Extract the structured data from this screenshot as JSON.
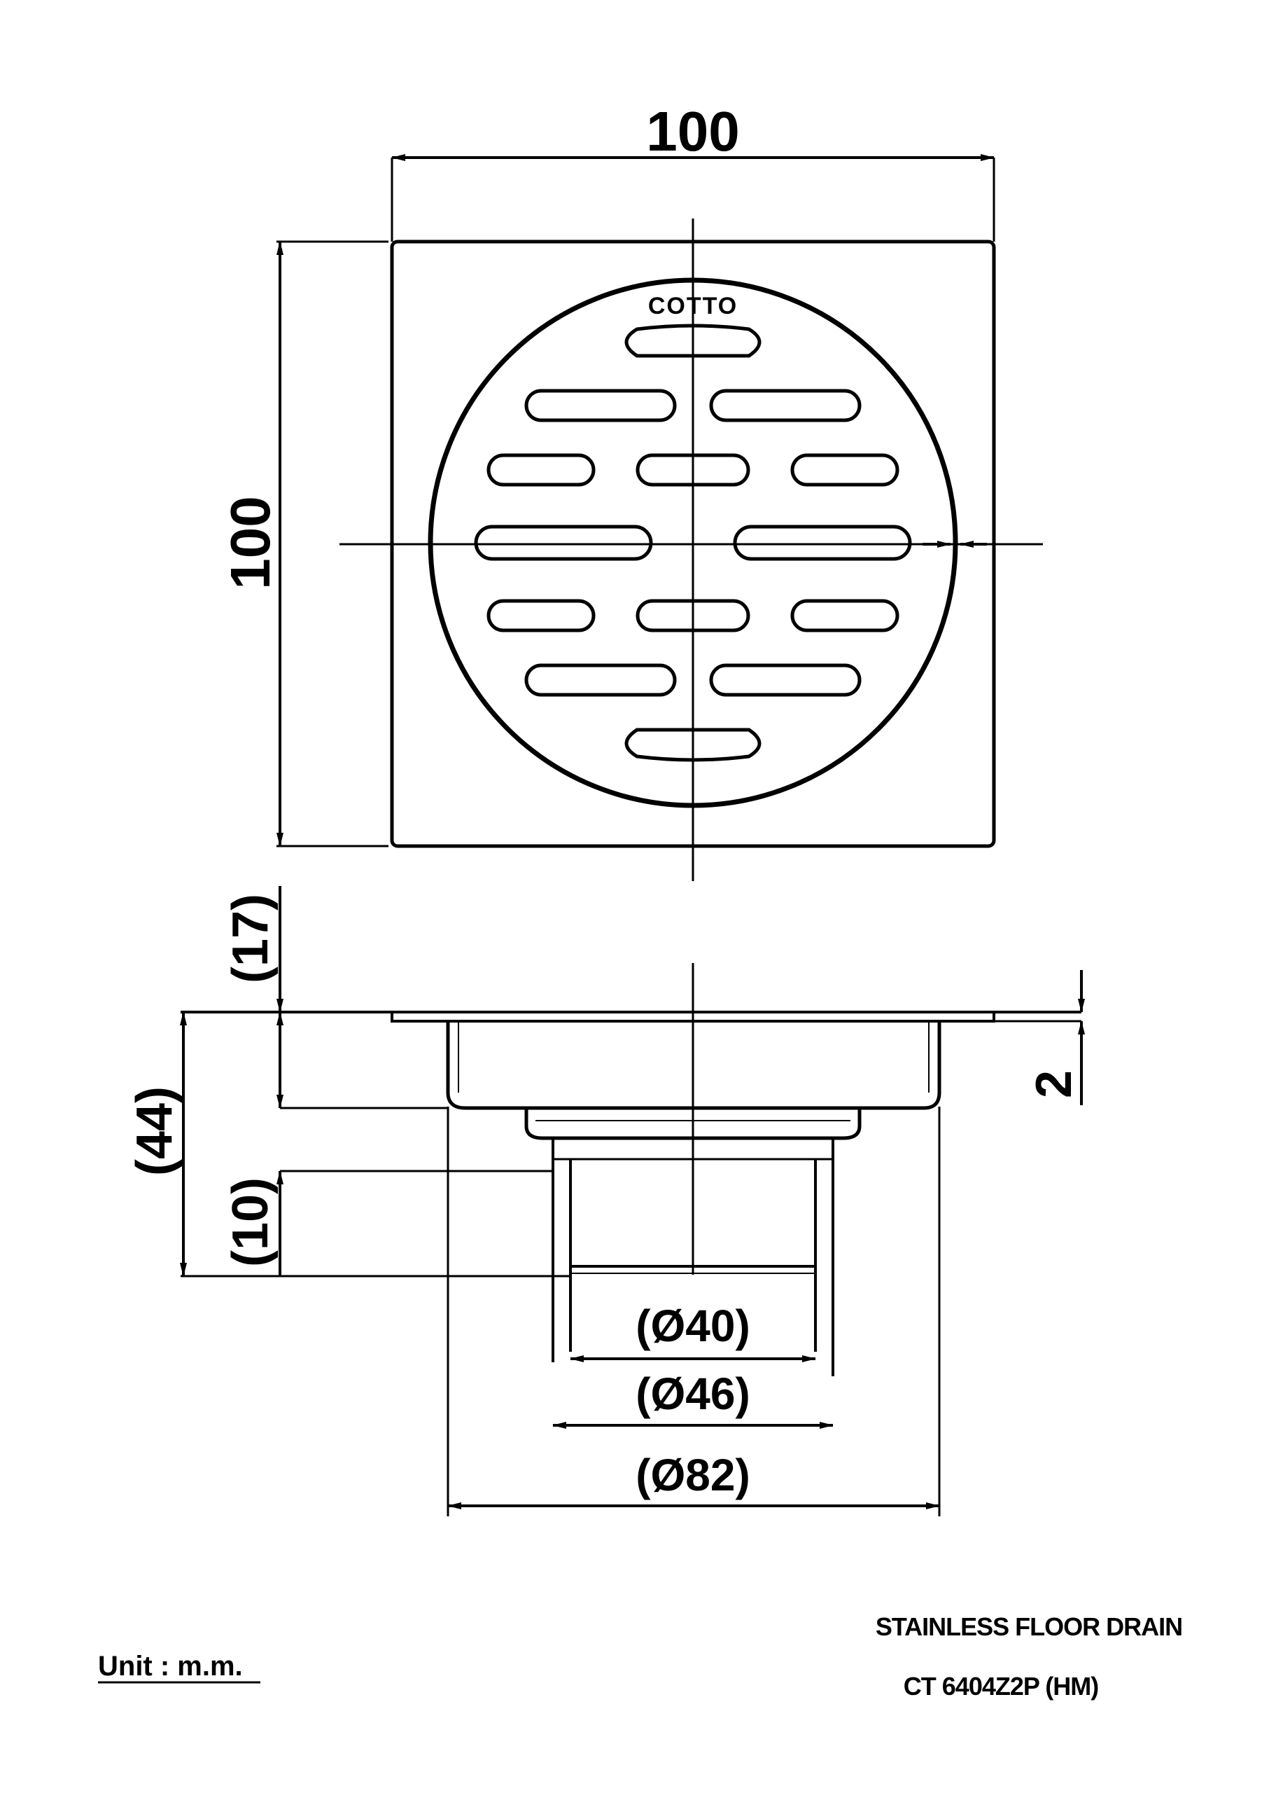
{
  "plan_view": {
    "width_label": "100",
    "height_label": "100",
    "logo_text": "COTTO"
  },
  "section_view": {
    "dim_17": "(17)",
    "dim_44": "(44)",
    "dim_10": "(10)",
    "dim_2": "2",
    "dia_40": "(Ø40)",
    "dia_46": "(Ø46)",
    "dia_82": "(Ø82)"
  },
  "footer": {
    "unit_label": "Unit : m.m.",
    "product_name": "STAINLESS FLOOR DRAIN",
    "model_code": "CT 6404Z2P (HM)"
  }
}
